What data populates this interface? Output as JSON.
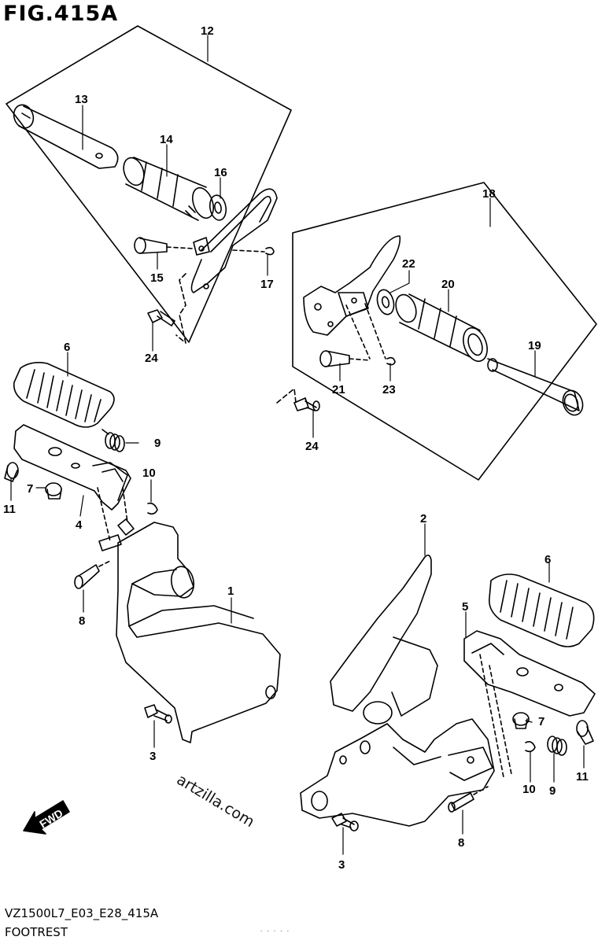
{
  "figure": {
    "title": "FIG.415A",
    "model_code": "VZ1500L7_E03_E28_415A",
    "caption": "FOOTREST",
    "watermark": "artzilla.com",
    "stamp": "· · · · ·",
    "fwd_label": "FWD"
  },
  "callouts": {
    "c1": "1",
    "c2": "2",
    "c3a": "3",
    "c3b": "3",
    "c4": "4",
    "c5": "5",
    "c6a": "6",
    "c6b": "6",
    "c7a": "7",
    "c7b": "7",
    "c8a": "8",
    "c8b": "8",
    "c9a": "9",
    "c9b": "9",
    "c10a": "10",
    "c10b": "10",
    "c11a": "11",
    "c11b": "11",
    "c12": "12",
    "c13": "13",
    "c14": "14",
    "c15": "15",
    "c16": "16",
    "c17": "17",
    "c18": "18",
    "c19": "19",
    "c20": "20",
    "c21": "21",
    "c22": "22",
    "c23": "23",
    "c24a": "24",
    "c24b": "24"
  },
  "icons": {
    "fwd": "fwd-arrow-icon"
  }
}
